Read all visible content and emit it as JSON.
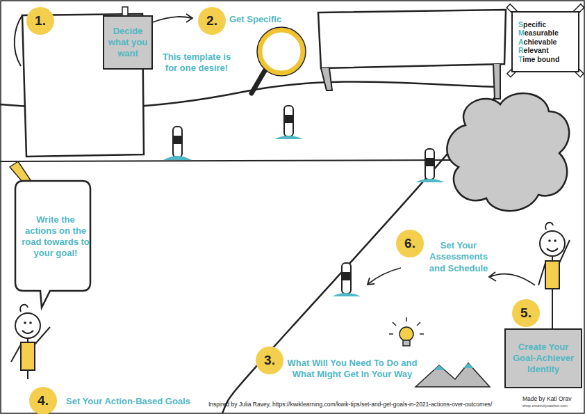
{
  "diagram": {
    "nodes": [
      {
        "text": [
          "Decide what you want"
        ]
      },
      {
        "text": [
          "Specific",
          "Measurable",
          "Achievable",
          "Relevant",
          "Time bound"
        ]
      },
      {
        "text": [
          "Write the actions on the road towards to your goal!"
        ]
      },
      {
        "text": [
          "Create Your Goal-Achiever Identity"
        ]
      }
    ],
    "labels": [
      "1.",
      "2.",
      "Get Specific",
      "This template is for one desire!",
      "6.",
      "Set Your Assessments and Schedule",
      "5.",
      "3.",
      "What Will You Need To Do and What Might Get In Your Way",
      "4.",
      "Set Your Action-Based Goals",
      "Inspired by Julia Ravey, https://kwiklearning.com/kwik-tips/set-and-get-goals-in-2021-actions-over-outcomes/",
      "Made by Kati Orav",
      "shop.creativitycatcher.com"
    ]
  }
}
